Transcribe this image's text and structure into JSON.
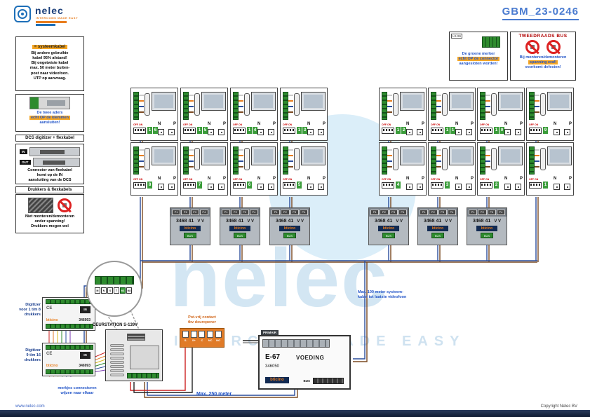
{
  "colors": {
    "accent_blue": "#3b63c4",
    "note_blue": "#2456c8",
    "highlight_orange": "#f5a623",
    "brand_orange": "#e87d1e",
    "wire_blue": "#2a4d9b",
    "wire_brown": "#7b4a21",
    "wire_red": "#cc2222",
    "wire_black": "#222222",
    "terminal_green": "#2e8b2e",
    "badge_green": "#3a9c3a",
    "watermark_blue": "#d4e7f4"
  },
  "header": {
    "logo_text": "nelec",
    "logo_tagline": "intercoms made easy",
    "doc_id": "GBM_23-0246"
  },
  "watermark": {
    "text": "nelec",
    "tagline": "INTERCOMS MADE EASY"
  },
  "footer": {
    "left": "www.nelec.com",
    "right": "Copyright Nelec BV"
  },
  "notes": {
    "cable": {
      "title": "= systeemkabel",
      "lines": [
        "Bij andere gebruikte",
        "kabel 95% afstand!",
        "Bij ongetwiste kabel",
        "max. 50 meter buiten-",
        "post naar videofoon.",
        "UTP op aanvraag."
      ]
    },
    "clamps": {
      "pre": "De twee aders",
      "highlight": "echt OP de klemmen",
      "post": "aansluiten!"
    },
    "dcs_title": "DCS digitizer + flexkabel",
    "dcs": {
      "tag_in": "IN",
      "tag_out": "OUT",
      "lines": [
        "Connector van flexkabel",
        "komt op de IN",
        "aansluiting van de DCS"
      ]
    },
    "drukkers_title": "Drukkers & flexkabels",
    "flex": {
      "lines": [
        "Niet monteren/demonteren",
        "onder spanning!",
        "Drukkers mogen wel"
      ]
    },
    "ls96": {
      "tag": "LS-96",
      "pre": "De groene merker",
      "highlight": "echt OP de connector",
      "post": "aangesloten worden!"
    },
    "tweedraads": {
      "title": "TWEEDRAADS BUS",
      "pre": "Bij monteren/demonteren",
      "highlight": "spanning eraf!",
      "post": "voorkomt defecten!"
    }
  },
  "units": {
    "left_top": [
      "16",
      "15",
      "14",
      "13"
    ],
    "left_bottom": [
      "8",
      "7",
      "6",
      "5"
    ],
    "right_top": [
      "12",
      "11",
      "10",
      "9"
    ],
    "right_bottom": [
      "4",
      "3",
      "2",
      "1"
    ],
    "n_label": "N",
    "p_label": "P",
    "dip_label": "OFF ON"
  },
  "distributor": {
    "ports": [
      "P1",
      "P2",
      "P3",
      "P4"
    ],
    "model": "3468 41",
    "suffix": "V V",
    "brand": "bticino",
    "bus_label": "BUS"
  },
  "digitizers": {
    "items": [
      {
        "label_lines": [
          "Digitizer",
          "voor 1 t/m 8",
          "drukkers"
        ],
        "model": "346993"
      },
      {
        "label_lines": [
          "Digitizer",
          "9 t/m 16",
          "drukkers"
        ],
        "model": "346993"
      }
    ],
    "ce": "CE",
    "brand": "bticino",
    "in_tag": "IN"
  },
  "door_station": {
    "title": "DEURSTATION S-139V",
    "terminals": [
      "M",
      "N",
      "S",
      "T",
      "M1",
      "M2"
    ]
  },
  "contact": {
    "label_lines": [
      "Pot.vrij contact",
      "tbv deuropener"
    ],
    "terminals": [
      "S-",
      "S+",
      "C",
      "NC",
      "NO"
    ]
  },
  "power": {
    "primair": "PRIMAIR",
    "model": "E-67",
    "name": "VOEDING",
    "sku": "346050",
    "brand": "bticino",
    "bus_label": "BUS"
  },
  "annotations": {
    "max100_lines": [
      "Max. 100 meter systeem-",
      "kabel tot laatste videofoon"
    ],
    "max250": "Max. 250 meter",
    "connect_lines": [
      "merkjes connectoren",
      "wijzen naar elkaar"
    ]
  }
}
